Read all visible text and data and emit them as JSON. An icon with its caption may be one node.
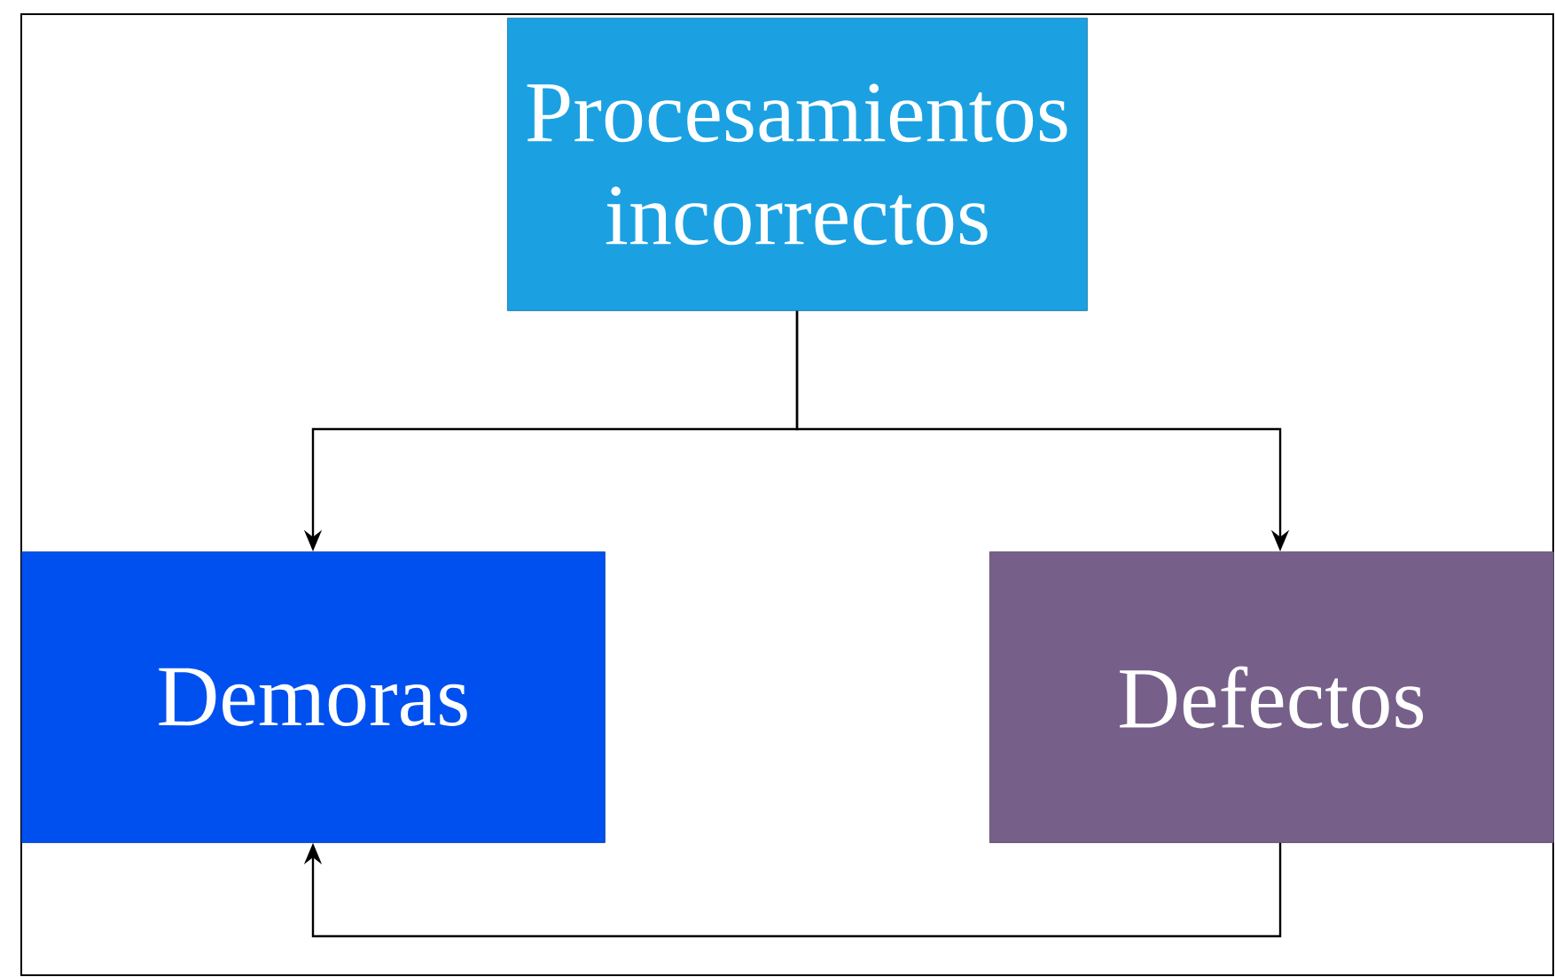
{
  "diagram": {
    "nodes": [
      {
        "text": [
          "Procesamientos incorrectos"
        ]
      },
      {
        "text": [
          "Demoras"
        ]
      },
      {
        "text": [
          "Defectos"
        ]
      }
    ],
    "edges": [
      {
        "from": 0,
        "to": 1,
        "arrow": "to"
      },
      {
        "from": 0,
        "to": 2,
        "arrow": "to"
      },
      {
        "from": 2,
        "to": 1,
        "arrow": "to"
      }
    ]
  }
}
